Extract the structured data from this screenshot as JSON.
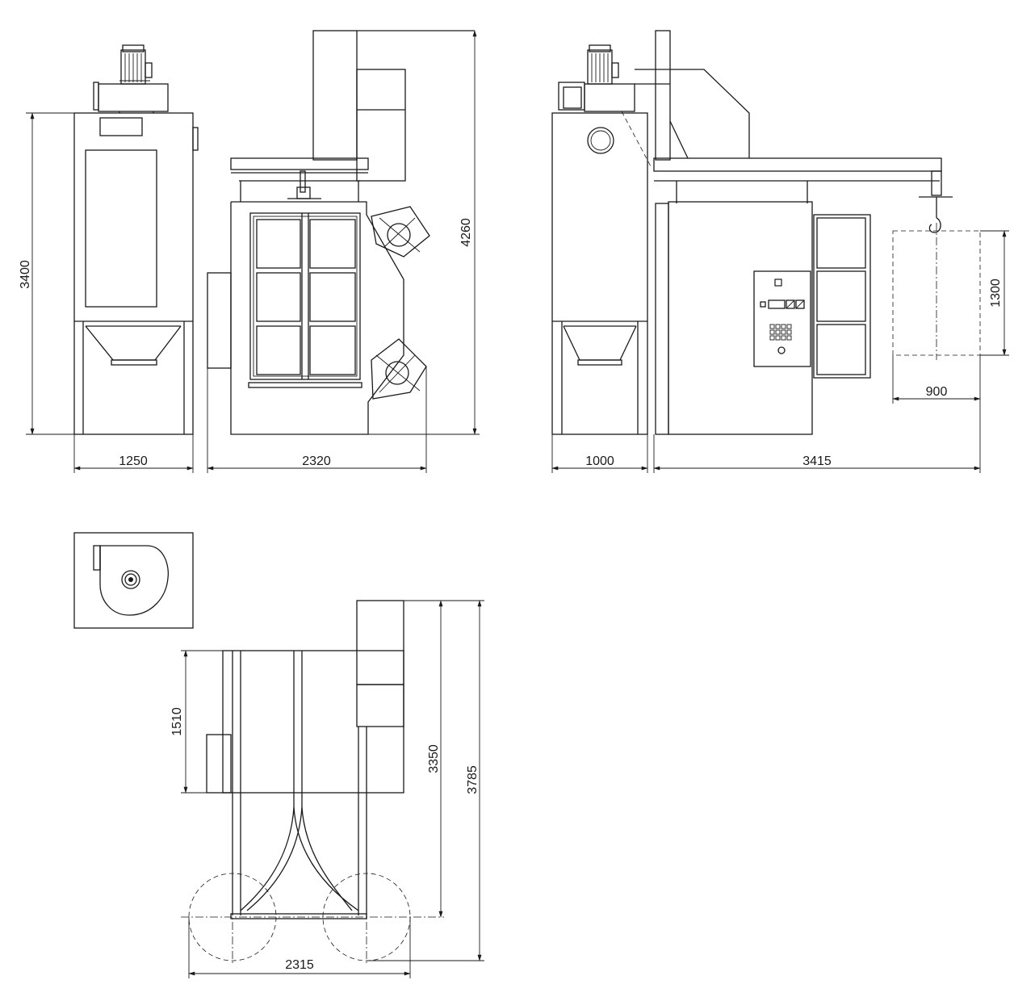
{
  "dimensions": {
    "front_height": "3400",
    "front_width_cabinet": "1250",
    "front_width_machine": "2320",
    "front_total_height": "4260",
    "side_width_cabinet": "1000",
    "side_width_machine": "3415",
    "hook_part_width": "900",
    "hook_part_height": "1300",
    "plan_depth": "1510",
    "plan_rail_length": "3350",
    "plan_total_length": "3785",
    "plan_width": "2315"
  }
}
